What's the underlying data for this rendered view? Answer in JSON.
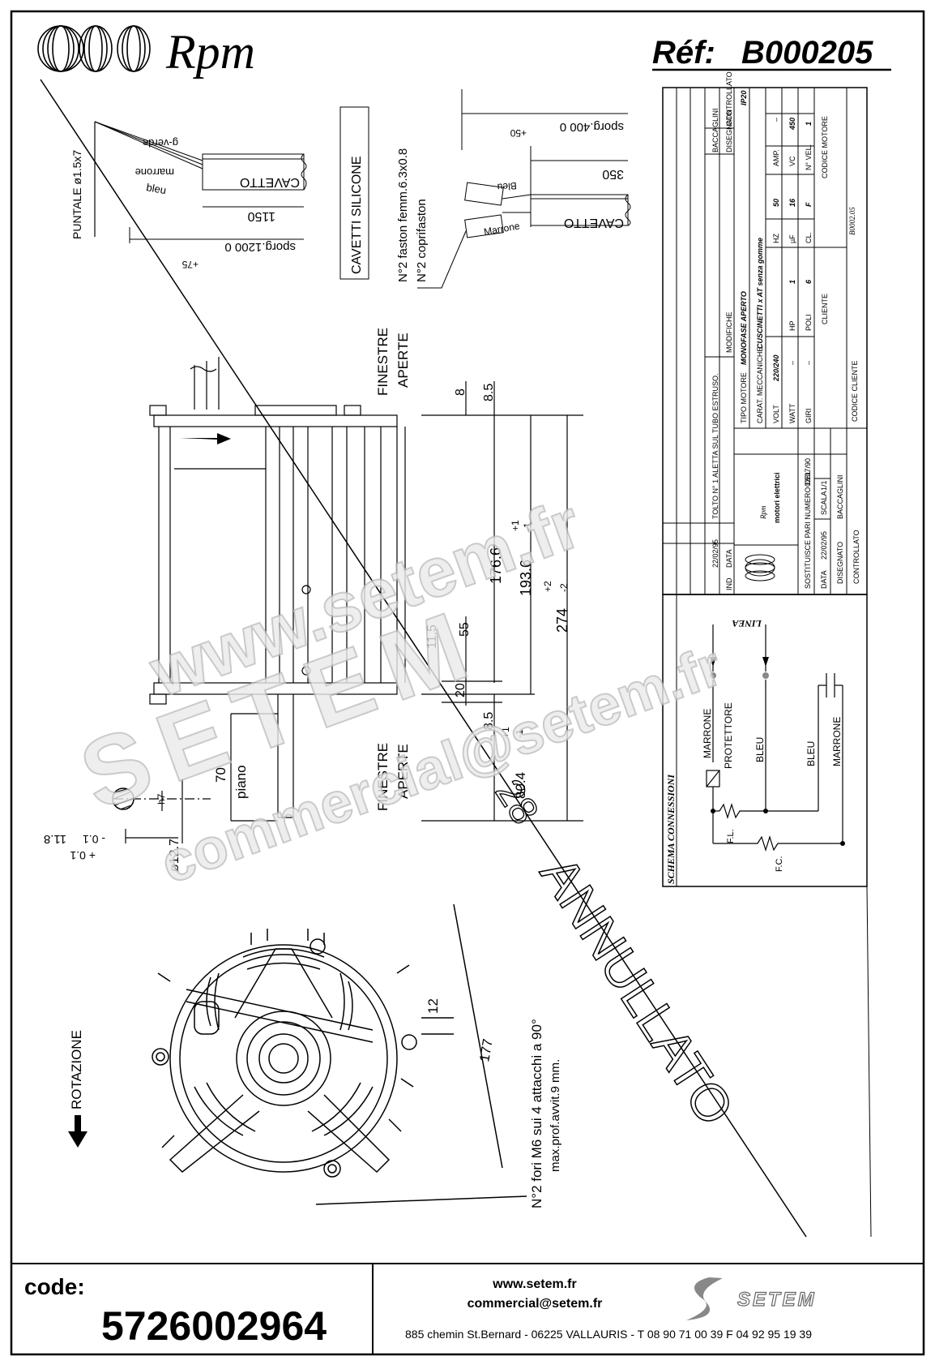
{
  "header": {
    "brand": "Rpm",
    "ref_label": "Réf:",
    "ref_value": "B000205"
  },
  "cable_left": {
    "puntale": "PUNTALE ø1.5x7",
    "wire1": "g-verde",
    "wire2": "marrone",
    "wire3": "bleu",
    "cavetto": "CAVETTO",
    "dim1": "1150",
    "dim2": "sporg.1200 0",
    "dim2_tol": "+75"
  },
  "cavetti_box": "CAVETTI SILICONE",
  "faston": {
    "line1": "N°2 faston femm.6.3x0.8",
    "line2": "N°2 coprifaston"
  },
  "cable_right": {
    "sporg": "sporg.400 0",
    "sporg_tol": "+50",
    "dim": "350",
    "wire1": "Bleu",
    "wire2": "Marrone",
    "cavetto": "CAVETTO"
  },
  "side_view": {
    "finestre1": "FINESTRE",
    "aperte1": "APERTE",
    "finestre2": "FINESTRE",
    "aperte2": "APERTE",
    "d8": "8",
    "d8_5a": "8.5",
    "d176": "176.6",
    "d193": "193.6",
    "d193_tol_p": "+1",
    "d193_tol_m": "-1",
    "d274": "274",
    "d274_tol_p": "+2",
    "d274_tol_m": "-2",
    "d11_5": "11.5",
    "d55": "55",
    "d20": "20",
    "d8_5b": "8.5",
    "d80": "80.4",
    "d80_tol_p": "+1",
    "d80_tol_m": "-1",
    "piano": "piano",
    "d70": "70",
    "h7": "h7",
    "d12_7": "ø12.7",
    "d11_8": "11.8",
    "tol_m": "- 0.1",
    "tol_p": "+ 0.1"
  },
  "front_view": {
    "rotazione": "ROTAZIONE",
    "d12": "12",
    "d177": "177",
    "note1": "N°2 fori M6 sui 4 attacchi a 90°",
    "note2": "max.prof.avvit.9 mm."
  },
  "annullato": "ANNULLATO",
  "annullato_num": "28",
  "title_block": {
    "revision": {
      "date": "22/02/95",
      "text": "TOLTO N° 1 ALETTA SUL TUBO ESTRUSO.",
      "ind_label": "IND",
      "data_label": "DATA",
      "modifiche_label": "MODIFICHE",
      "baccaglini": "BACCAGLINI",
      "disegnato_label": "DISEGNATO",
      "controllato_label": "CONTROLLATO"
    },
    "tipo_motore_label": "TIPO MOTORE",
    "tipo_motore": "MONOFASE APERTO",
    "ip": "IP20",
    "carat_label": "CARAT. MECCANICHE",
    "carat": "CUSCINETTI x AT senza gomme",
    "volt_label": "VOLT",
    "volt": "220/240",
    "hz_label": "HZ",
    "hz": "50",
    "amp_label": "AMP.",
    "amp": "–",
    "watt_label": "WATT",
    "watt": "–",
    "hp_label": "HP",
    "hp": "1",
    "uf_label": "µF",
    "uf": "16",
    "vc_label": "VC",
    "vc": "450",
    "giri_label": "GIRI",
    "giri": "–",
    "poli_label": "POLI",
    "poli": "6",
    "cl_label": "CL.",
    "cl": "F",
    "nvel_label": "N° VEL.",
    "nvel": "1",
    "cliente_label": "CLIENTE",
    "codice_motore_label": "CODICE MOTORE",
    "codice_motore": "B0002.05",
    "codice_cliente_label": "CODICE CLIENTE",
    "brand": "Rpm",
    "brand_sub": "motori elettrici",
    "sostituisce_label": "SOSTITUISCE PARI NUMERO DEL",
    "sostituisce_date": "02/07/90",
    "data_label": "DATA",
    "data_value": "22/02/95",
    "scala_label": "SCALA",
    "scala": "1/1",
    "disegnato_label": "DISEGNATO",
    "disegnato": "BACCAGLINI",
    "controllato_label": "CONTROLLATO"
  },
  "schema": {
    "title": "SCHEMA CONNESSIONI",
    "linea": "LINEA",
    "marrone1": "MARRONE",
    "protettore": "PROTETTORE",
    "bleu1": "BLEU",
    "bleu2": "BLEU",
    "marrone2": "MARRONE",
    "fl": "F.L.",
    "fc": "F.C."
  },
  "watermark": {
    "line1": "www.setem.fr",
    "line2": "SETEM",
    "line3": "commercial@setem.fr"
  },
  "footer": {
    "code_label": "code:",
    "code_value": "5726002964",
    "web": "www.setem.fr",
    "email": "commercial@setem.fr",
    "company": "SETEM",
    "address": "885 chemin St.Bernard  -  06225 VALLAURIS  -  T 08 90 71 00 39   F 04 92 95 19 39"
  }
}
